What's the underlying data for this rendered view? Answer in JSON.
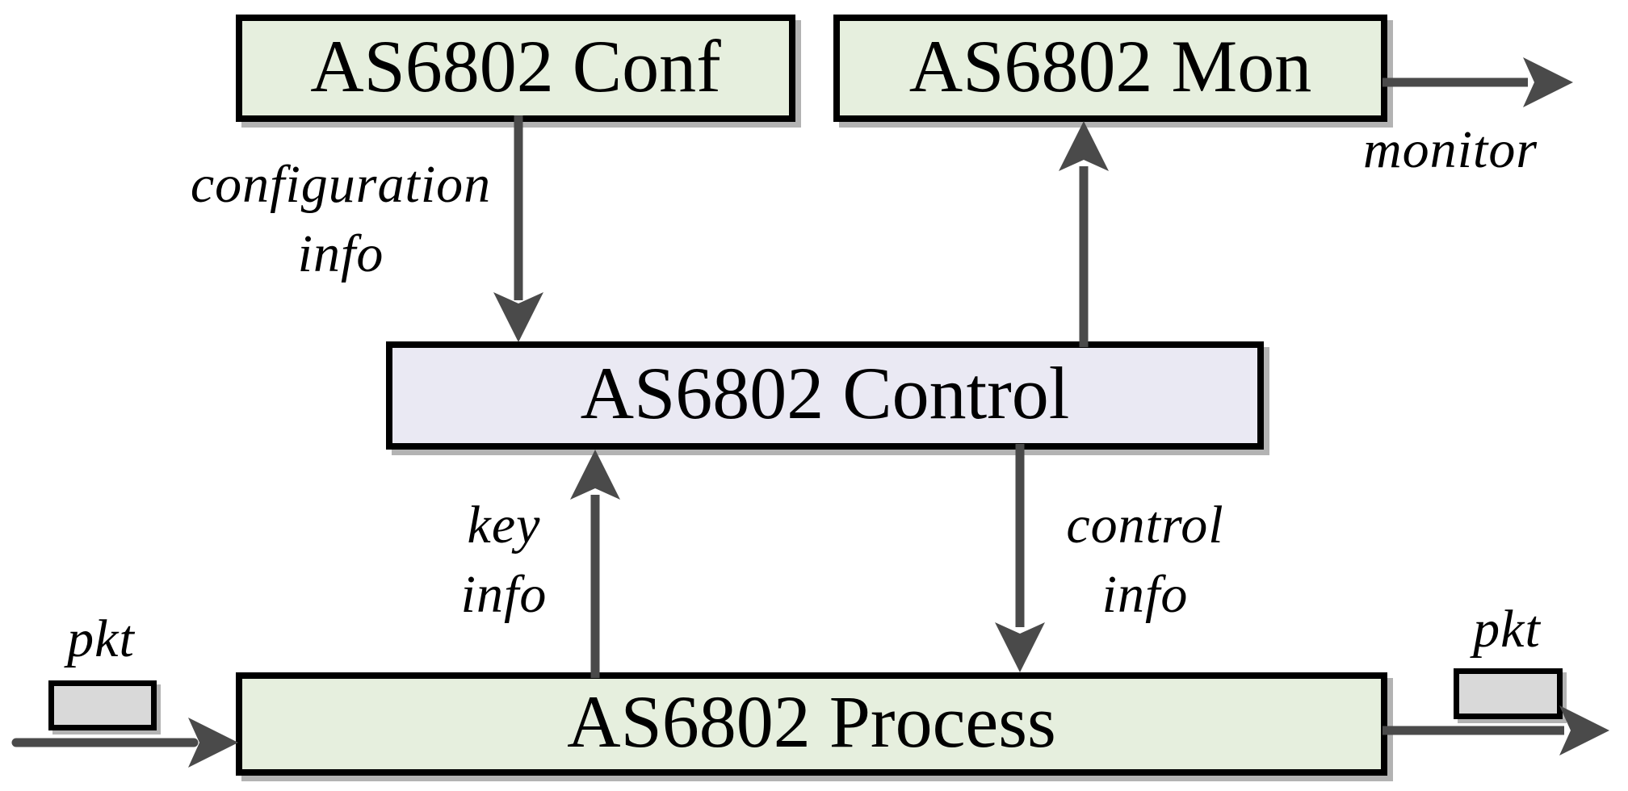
{
  "diagram": {
    "nodes": {
      "conf": {
        "label": "AS6802 Conf"
      },
      "mon": {
        "label": "AS6802 Mon"
      },
      "control": {
        "label": "AS6802 Control"
      },
      "process": {
        "label": "AS6802 Process"
      },
      "pkt_in": {
        "label": "pkt"
      },
      "pkt_out": {
        "label": "pkt"
      }
    },
    "edges": {
      "configuration": {
        "line1": "configuration",
        "line2": "info"
      },
      "monitor": {
        "label": "monitor"
      },
      "key": {
        "line1": "key",
        "line2": "info"
      },
      "control_info": {
        "line1": "control",
        "line2": "info"
      }
    },
    "colors": {
      "box_green": "#e6efde",
      "box_lavender": "#eae9f3",
      "pkt_gray": "#d9d9d9",
      "arrow_gray": "#4a4a4a",
      "border_black": "#000000",
      "shadow_gray": "#b3b3b3",
      "background_white": "#ffffff"
    }
  }
}
